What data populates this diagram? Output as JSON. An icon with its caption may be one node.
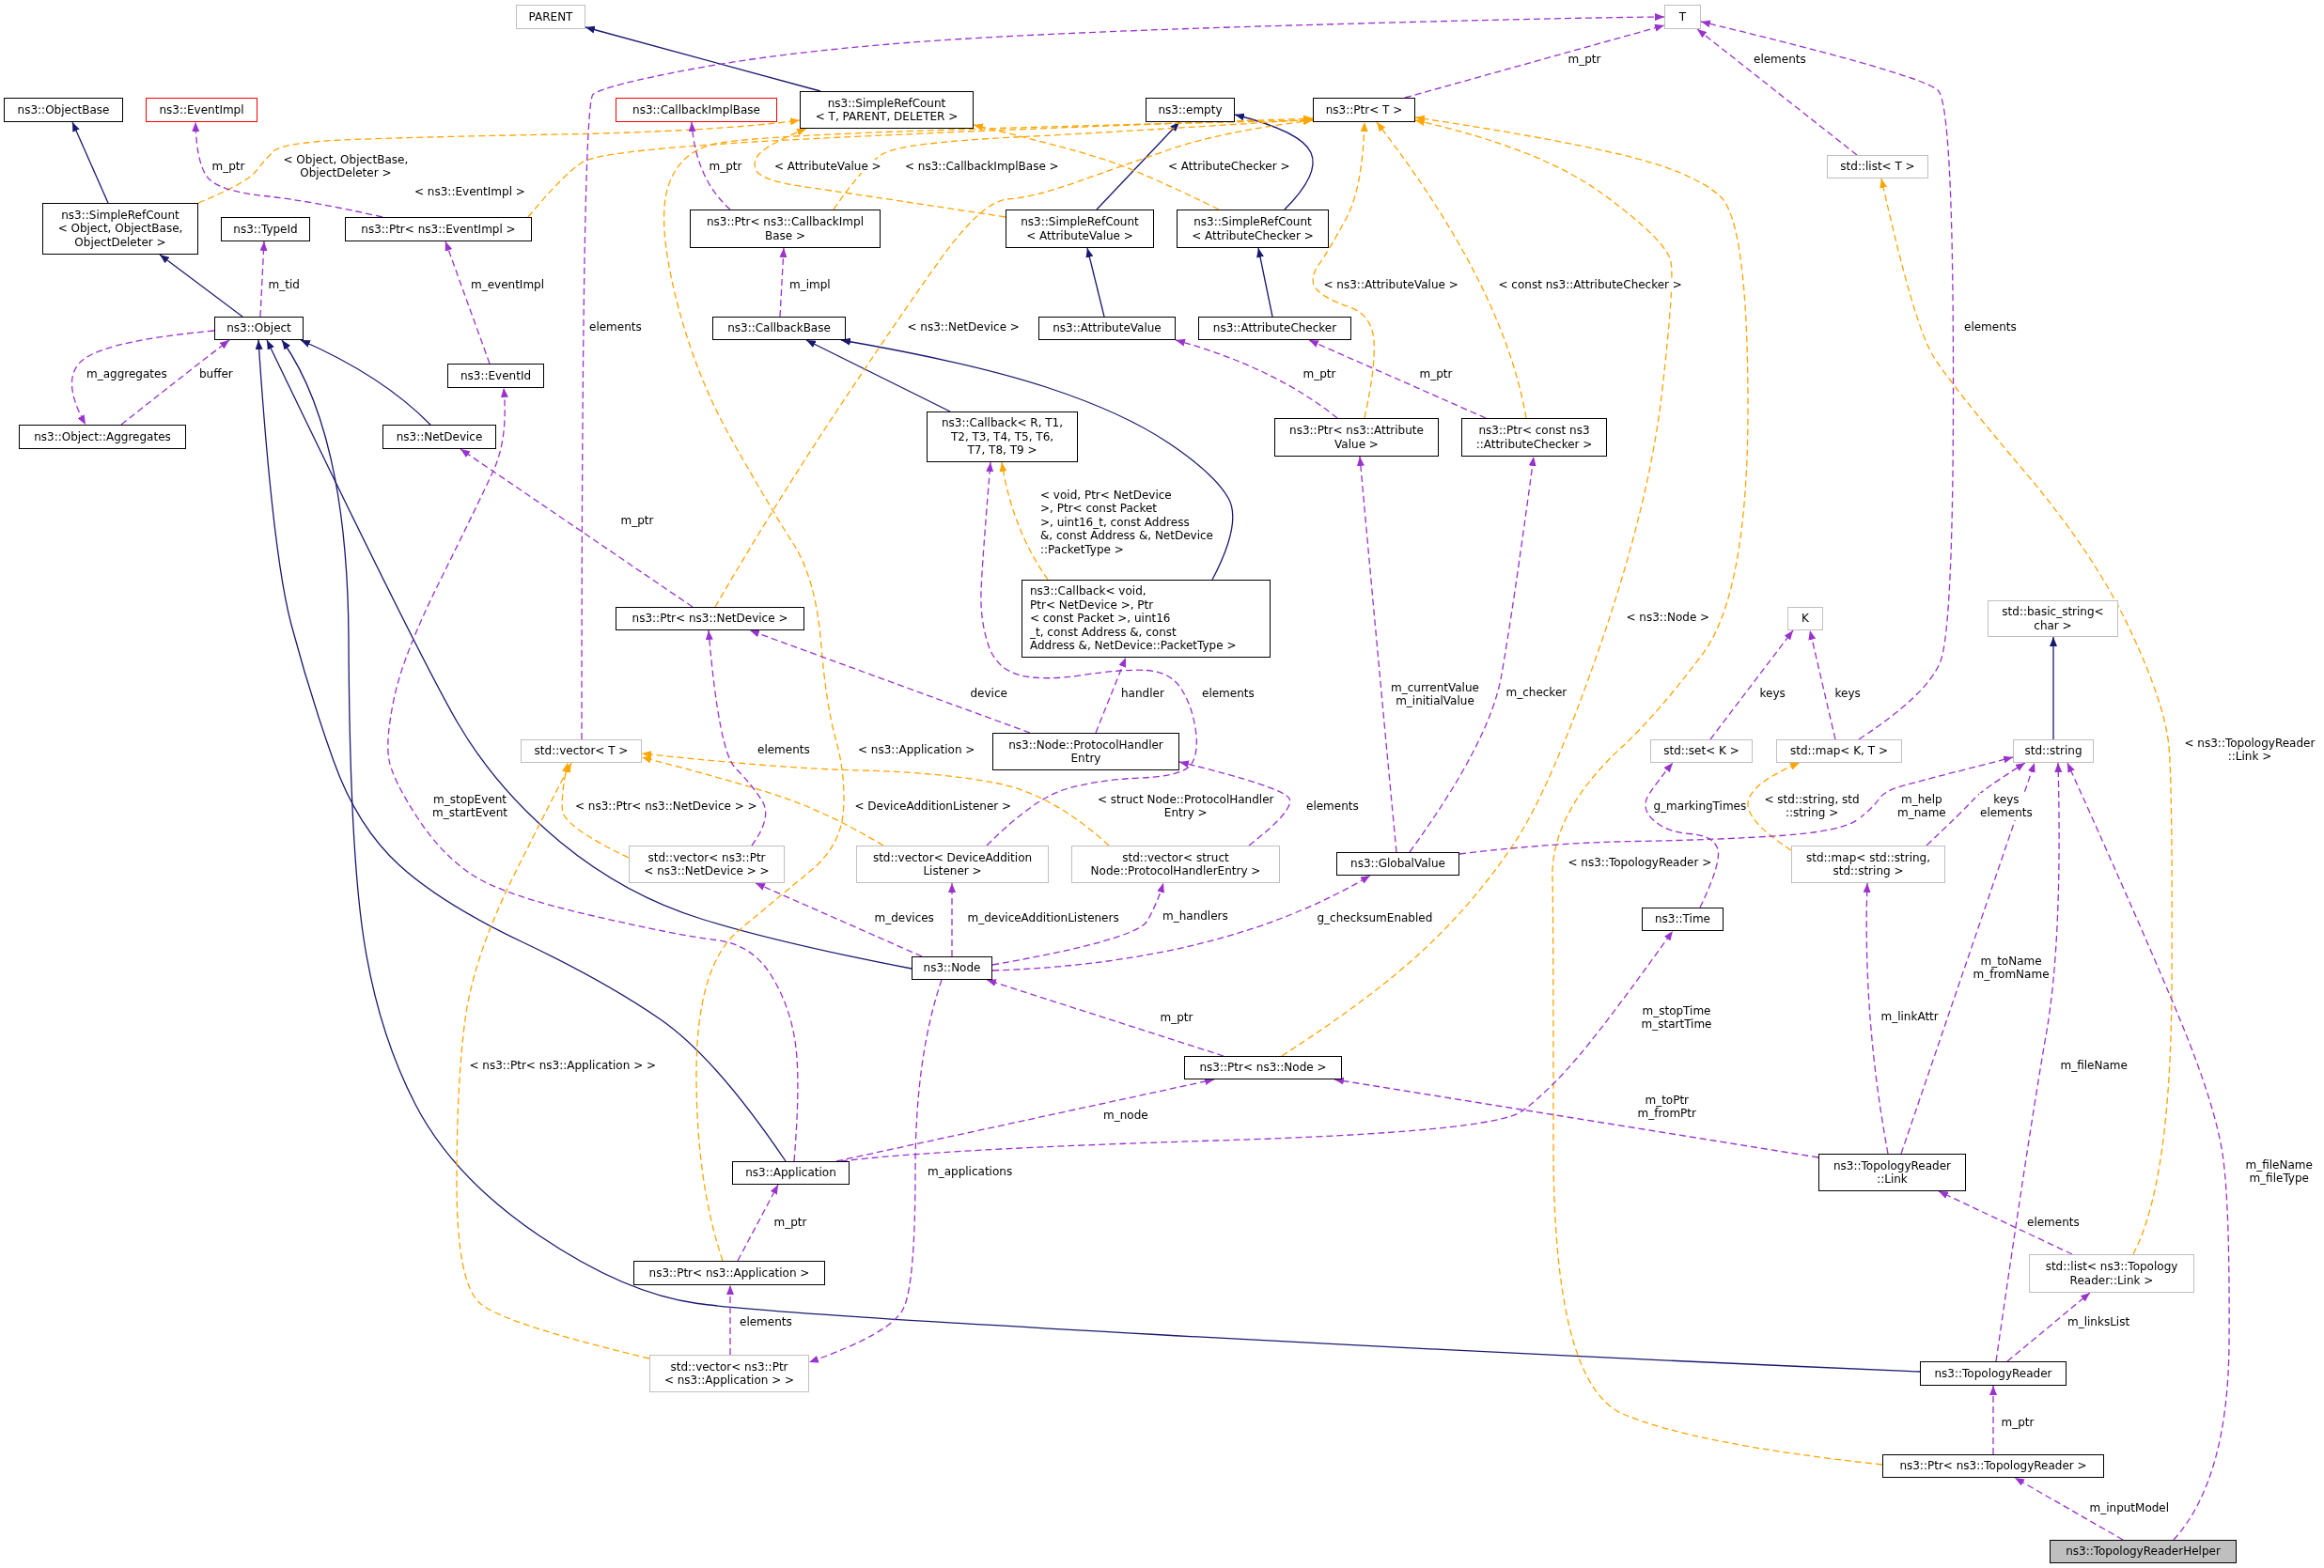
{
  "diagram": {
    "nodes": [
      {
        "text": [
          "PARENT"
        ]
      },
      {
        "text": [
          "T"
        ]
      },
      {
        "text": [
          "ns3::SimpleRefCount < T, PARENT, DELETER >"
        ]
      },
      {
        "text": [
          "ns3::ObjectBase"
        ]
      },
      {
        "text": [
          "ns3::EventImpl"
        ]
      },
      {
        "text": [
          "ns3::CallbackImplBase"
        ]
      },
      {
        "text": [
          "ns3::empty"
        ]
      },
      {
        "text": [
          "ns3::Ptr< T >"
        ]
      },
      {
        "text": [
          "std::list< T >"
        ]
      },
      {
        "text": [
          "ns3::SimpleRefCount < Object, ObjectBase, ObjectDeleter >"
        ]
      },
      {
        "text": [
          "ns3::TypeId"
        ]
      },
      {
        "text": [
          "ns3::Ptr< ns3::EventImpl >"
        ]
      },
      {
        "text": [
          "ns3::Ptr< ns3::CallbackImpl Base >"
        ]
      },
      {
        "text": [
          "ns3::SimpleRefCount < AttributeValue >"
        ]
      },
      {
        "text": [
          "ns3::SimpleRefCount < AttributeChecker >"
        ]
      },
      {
        "text": [
          "ns3::Object"
        ]
      },
      {
        "text": [
          "ns3::CallbackBase"
        ]
      },
      {
        "text": [
          "ns3::AttributeValue"
        ]
      },
      {
        "text": [
          "ns3::AttributeChecker"
        ]
      },
      {
        "text": [
          "ns3::EventId"
        ]
      },
      {
        "text": [
          "ns3::Callback< R, T1, T2, T3, T4, T5, T6, T7, T8, T9 >"
        ]
      },
      {
        "text": [
          "ns3::Ptr< ns3::Attribute Value >"
        ]
      },
      {
        "text": [
          "ns3::Ptr< const ns3 ::AttributeChecker >"
        ]
      },
      {
        "text": [
          "ns3::Object::Aggregates"
        ]
      },
      {
        "text": [
          "ns3::NetDevice"
        ]
      },
      {
        "text": [
          "ns3::Callback< void, Ptr< NetDevice >, Ptr < const Packet >, uint16 _t, const Address &, const Address &, NetDevice::PacketType >"
        ]
      },
      {
        "text": [
          "ns3::Ptr< ns3::NetDevice >"
        ]
      },
      {
        "text": [
          "K"
        ]
      },
      {
        "text": [
          "std::basic_string< char >"
        ]
      },
      {
        "text": [
          "ns3::Node::ProtocolHandler Entry"
        ]
      },
      {
        "text": [
          "std::vector< T >"
        ]
      },
      {
        "text": [
          "std::set< K >"
        ]
      },
      {
        "text": [
          "std::map< K, T >"
        ]
      },
      {
        "text": [
          "std::string"
        ]
      },
      {
        "text": [
          "std::vector< ns3::Ptr < ns3::NetDevice > >"
        ]
      },
      {
        "text": [
          "std::vector< DeviceAddition Listener >"
        ]
      },
      {
        "text": [
          "std::vector< struct Node::ProtocolHandlerEntry >"
        ]
      },
      {
        "text": [
          "std::map< std::string, std::string >"
        ]
      },
      {
        "text": [
          "ns3::GlobalValue"
        ]
      },
      {
        "text": [
          "ns3::Time"
        ]
      },
      {
        "text": [
          "ns3::Node"
        ]
      },
      {
        "text": [
          "ns3::Ptr< ns3::Node >"
        ]
      },
      {
        "text": [
          "ns3::TopologyReader ::Link"
        ]
      },
      {
        "text": [
          "ns3::Application"
        ]
      },
      {
        "text": [
          "std::list< ns3::Topology Reader::Link >"
        ]
      },
      {
        "text": [
          "ns3::Ptr< ns3::Application >"
        ]
      },
      {
        "text": [
          "std::vector< ns3::Ptr < ns3::Application > >"
        ]
      },
      {
        "text": [
          "ns3::TopologyReader"
        ]
      },
      {
        "text": [
          "ns3::Ptr< ns3::TopologyReader >"
        ]
      },
      {
        "text": [
          "ns3::TopologyReaderHelper"
        ]
      }
    ],
    "edges": [
      {
        "from": 9,
        "to": 3,
        "arrow": "to",
        "color": "#191970"
      },
      {
        "from": 2,
        "to": 0,
        "arrow": "to",
        "color": "#191970"
      },
      {
        "from": 15,
        "to": 9,
        "arrow": "to",
        "color": "#191970"
      },
      {
        "from": 13,
        "to": 6,
        "arrow": "to",
        "color": "#191970"
      },
      {
        "from": 14,
        "to": 6,
        "arrow": "to",
        "color": "#191970"
      },
      {
        "from": 17,
        "to": 13,
        "arrow": "to",
        "color": "#191970"
      },
      {
        "from": 18,
        "to": 14,
        "arrow": "to",
        "color": "#191970"
      },
      {
        "from": 20,
        "to": 16,
        "arrow": "to",
        "color": "#191970"
      },
      {
        "from": 25,
        "to": 16,
        "arrow": "to",
        "color": "#191970"
      },
      {
        "from": 24,
        "to": 15,
        "arrow": "to",
        "color": "#191970"
      },
      {
        "from": 40,
        "to": 15,
        "arrow": "to",
        "color": "#191970"
      },
      {
        "from": 43,
        "to": 15,
        "arrow": "to",
        "color": "#191970"
      },
      {
        "from": 47,
        "to": 15,
        "arrow": "to",
        "color": "#191970"
      },
      {
        "from": 33,
        "to": 28,
        "arrow": "to",
        "color": "#191970"
      },
      {
        "from": 9,
        "to": 2,
        "arrow": "to",
        "label": "< Object, ObjectBase, ObjectDeleter >",
        "style": "dashed",
        "color": "#ffa500"
      },
      {
        "from": 11,
        "to": 7,
        "arrow": "to",
        "label": "< ns3::EventImpl >",
        "style": "dashed",
        "color": "#ffa500"
      },
      {
        "from": 12,
        "to": 7,
        "arrow": "to",
        "label": "< ns3::CallbackImplBase >",
        "style": "dashed",
        "color": "#ffa500"
      },
      {
        "from": 13,
        "to": 2,
        "arrow": "to",
        "label": "< AttributeValue >",
        "style": "dashed",
        "color": "#ffa500"
      },
      {
        "from": 14,
        "to": 2,
        "arrow": "to",
        "label": "< AttributeChecker >",
        "style": "dashed",
        "color": "#ffa500"
      },
      {
        "from": 26,
        "to": 7,
        "arrow": "to",
        "label": "< ns3::NetDevice >",
        "style": "dashed",
        "color": "#ffa500"
      },
      {
        "from": 45,
        "to": 7,
        "arrow": "to",
        "label": "< ns3::Application >",
        "style": "dashed",
        "color": "#ffa500"
      },
      {
        "from": 22,
        "to": 7,
        "arrow": "to",
        "label": "< const ns3::AttributeChecker >",
        "style": "dashed",
        "color": "#ffa500"
      },
      {
        "from": 21,
        "to": 7,
        "arrow": "to",
        "label": "< ns3::AttributeValue >",
        "style": "dashed",
        "color": "#ffa500"
      },
      {
        "from": 41,
        "to": 7,
        "arrow": "to",
        "label": "< ns3::Node >",
        "style": "dashed",
        "color": "#ffa500"
      },
      {
        "from": 48,
        "to": 7,
        "arrow": "to",
        "label": "< ns3::TopologyReader >",
        "style": "dashed",
        "color": "#ffa500"
      },
      {
        "from": 34,
        "to": 30,
        "arrow": "to",
        "label": "< ns3::Ptr< ns3::NetDevice > >",
        "style": "dashed",
        "color": "#ffa500"
      },
      {
        "from": 46,
        "to": 30,
        "arrow": "to",
        "label": "< ns3::Ptr< ns3::Application > >",
        "style": "dashed",
        "color": "#ffa500"
      },
      {
        "from": 35,
        "to": 30,
        "arrow": "to",
        "label": "< DeviceAdditionListener >",
        "style": "dashed",
        "color": "#ffa500"
      },
      {
        "from": 36,
        "to": 30,
        "arrow": "to",
        "label": "< struct Node::ProtocolHandler Entry >",
        "style": "dashed",
        "color": "#ffa500"
      },
      {
        "from": 25,
        "to": 20,
        "arrow": "to",
        "label": "< void, Ptr< NetDevice >, Ptr< const Packet >, uint16_t, const Address &, const Address &, NetDevice ::PacketType >",
        "style": "dashed",
        "color": "#ffa500"
      },
      {
        "from": 37,
        "to": 32,
        "arrow": "to",
        "label": "< std::string, std ::string >",
        "style": "dashed",
        "color": "#ffa500"
      },
      {
        "from": 44,
        "to": 8,
        "arrow": "to",
        "label": "< ns3::TopologyReader ::Link >",
        "style": "dashed",
        "color": "#ffa500"
      },
      {
        "from": 11,
        "to": 4,
        "arrow": "to",
        "label": "m_ptr",
        "style": "dashed"
      },
      {
        "from": 12,
        "to": 5,
        "arrow": "to",
        "label": "m_ptr",
        "style": "dashed"
      },
      {
        "from": 15,
        "to": 10,
        "arrow": "to",
        "label": "m_tid",
        "style": "dashed"
      },
      {
        "from": 19,
        "to": 11,
        "arrow": "to",
        "label": "m_eventImpl",
        "style": "dashed"
      },
      {
        "from": 16,
        "to": 12,
        "arrow": "to",
        "label": "m_impl",
        "style": "dashed"
      },
      {
        "from": 15,
        "to": 23,
        "arrow": "to",
        "label": "m_aggregates",
        "style": "dashed"
      },
      {
        "from": 23,
        "to": 15,
        "arrow": "to",
        "label": "buffer",
        "style": "dashed"
      },
      {
        "from": 7,
        "to": 1,
        "arrow": "to",
        "label": "m_ptr",
        "style": "dashed"
      },
      {
        "from": 30,
        "to": 1,
        "arrow": "to",
        "label": "elements",
        "style": "dashed"
      },
      {
        "from": 8,
        "to": 1,
        "arrow": "to",
        "label": "elements",
        "style": "dashed"
      },
      {
        "from": 32,
        "to": 1,
        "arrow": "to",
        "label": "elements",
        "style": "dashed"
      },
      {
        "from": 31,
        "to": 27,
        "arrow": "to",
        "label": "keys",
        "style": "dashed"
      },
      {
        "from": 32,
        "to": 27,
        "arrow": "to",
        "label": "keys",
        "style": "dashed"
      },
      {
        "from": 21,
        "to": 17,
        "arrow": "to",
        "label": "m_ptr",
        "style": "dashed"
      },
      {
        "from": 22,
        "to": 18,
        "arrow": "to",
        "label": "m_ptr",
        "style": "dashed"
      },
      {
        "from": 26,
        "to": 24,
        "arrow": "to",
        "label": "m_ptr",
        "style": "dashed"
      },
      {
        "from": 29,
        "to": 26,
        "arrow": "to",
        "label": "device",
        "style": "dashed"
      },
      {
        "from": 29,
        "to": 25,
        "arrow": "to",
        "label": "handler",
        "style": "dashed"
      },
      {
        "from": 35,
        "to": 20,
        "arrow": "to",
        "label": "elements",
        "style": "dashed"
      },
      {
        "from": 36,
        "to": 29,
        "arrow": "to",
        "label": "elements",
        "style": "dashed"
      },
      {
        "from": 34,
        "to": 26,
        "arrow": "to",
        "label": "elements",
        "style": "dashed"
      },
      {
        "from": 40,
        "to": 34,
        "arrow": "to",
        "label": "m_devices",
        "style": "dashed"
      },
      {
        "from": 40,
        "to": 35,
        "arrow": "to",
        "label": "m_deviceAdditionListeners",
        "style": "dashed"
      },
      {
        "from": 40,
        "to": 36,
        "arrow": "to",
        "label": "m_handlers",
        "style": "dashed"
      },
      {
        "from": 40,
        "to": 38,
        "arrow": "to",
        "label": "g_checksumEnabled",
        "style": "dashed"
      },
      {
        "from": 40,
        "to": 46,
        "arrow": "to",
        "label": "m_applications",
        "style": "dashed"
      },
      {
        "from": 41,
        "to": 40,
        "arrow": "to",
        "label": "m_ptr",
        "style": "dashed"
      },
      {
        "from": 43,
        "to": 41,
        "arrow": "to",
        "label": "m_node",
        "style": "dashed"
      },
      {
        "from": 43,
        "to": 19,
        "arrow": "to",
        "label": "m_stopEvent m_startEvent",
        "style": "dashed"
      },
      {
        "from": 43,
        "to": 39,
        "arrow": "to",
        "label": "m_stopTime m_startTime",
        "style": "dashed"
      },
      {
        "from": 45,
        "to": 43,
        "arrow": "to",
        "label": "m_ptr",
        "style": "dashed"
      },
      {
        "from": 46,
        "to": 45,
        "arrow": "to",
        "label": "elements",
        "style": "dashed"
      },
      {
        "from": 42,
        "to": 41,
        "arrow": "to",
        "label": "m_toPtr m_fromPtr",
        "style": "dashed"
      },
      {
        "from": 42,
        "to": 37,
        "arrow": "to",
        "label": "m_linkAttr",
        "style": "dashed"
      },
      {
        "from": 42,
        "to": 33,
        "arrow": "to",
        "label": "m_toName m_fromName",
        "style": "dashed"
      },
      {
        "from": 37,
        "to": 33,
        "arrow": "to",
        "label": "keys elements",
        "style": "dashed"
      },
      {
        "from": 38,
        "to": 33,
        "arrow": "to",
        "label": "m_help m_name",
        "style": "dashed"
      },
      {
        "from": 39,
        "to": 31,
        "arrow": "to",
        "label": "g_markingTimes",
        "style": "dashed"
      },
      {
        "from": 38,
        "to": 21,
        "arrow": "to",
        "label": "m_currentValue m_initialValue",
        "style": "dashed"
      },
      {
        "from": 38,
        "to": 22,
        "arrow": "to",
        "label": "m_checker",
        "style": "dashed"
      },
      {
        "from": 47,
        "to": 33,
        "arrow": "to",
        "label": "m_fileName",
        "style": "dashed"
      },
      {
        "from": 47,
        "to": 44,
        "arrow": "to",
        "label": "m_linksList",
        "style": "dashed"
      },
      {
        "from": 44,
        "to": 42,
        "arrow": "to",
        "label": "elements",
        "style": "dashed"
      },
      {
        "from": 48,
        "to": 47,
        "arrow": "to",
        "label": "m_ptr",
        "style": "dashed"
      },
      {
        "from": 49,
        "to": 48,
        "arrow": "to",
        "label": "m_inputModel",
        "style": "dashed"
      },
      {
        "from": 49,
        "to": 33,
        "arrow": "to",
        "label": "m_fileName m_fileType",
        "style": "dashed"
      }
    ]
  }
}
